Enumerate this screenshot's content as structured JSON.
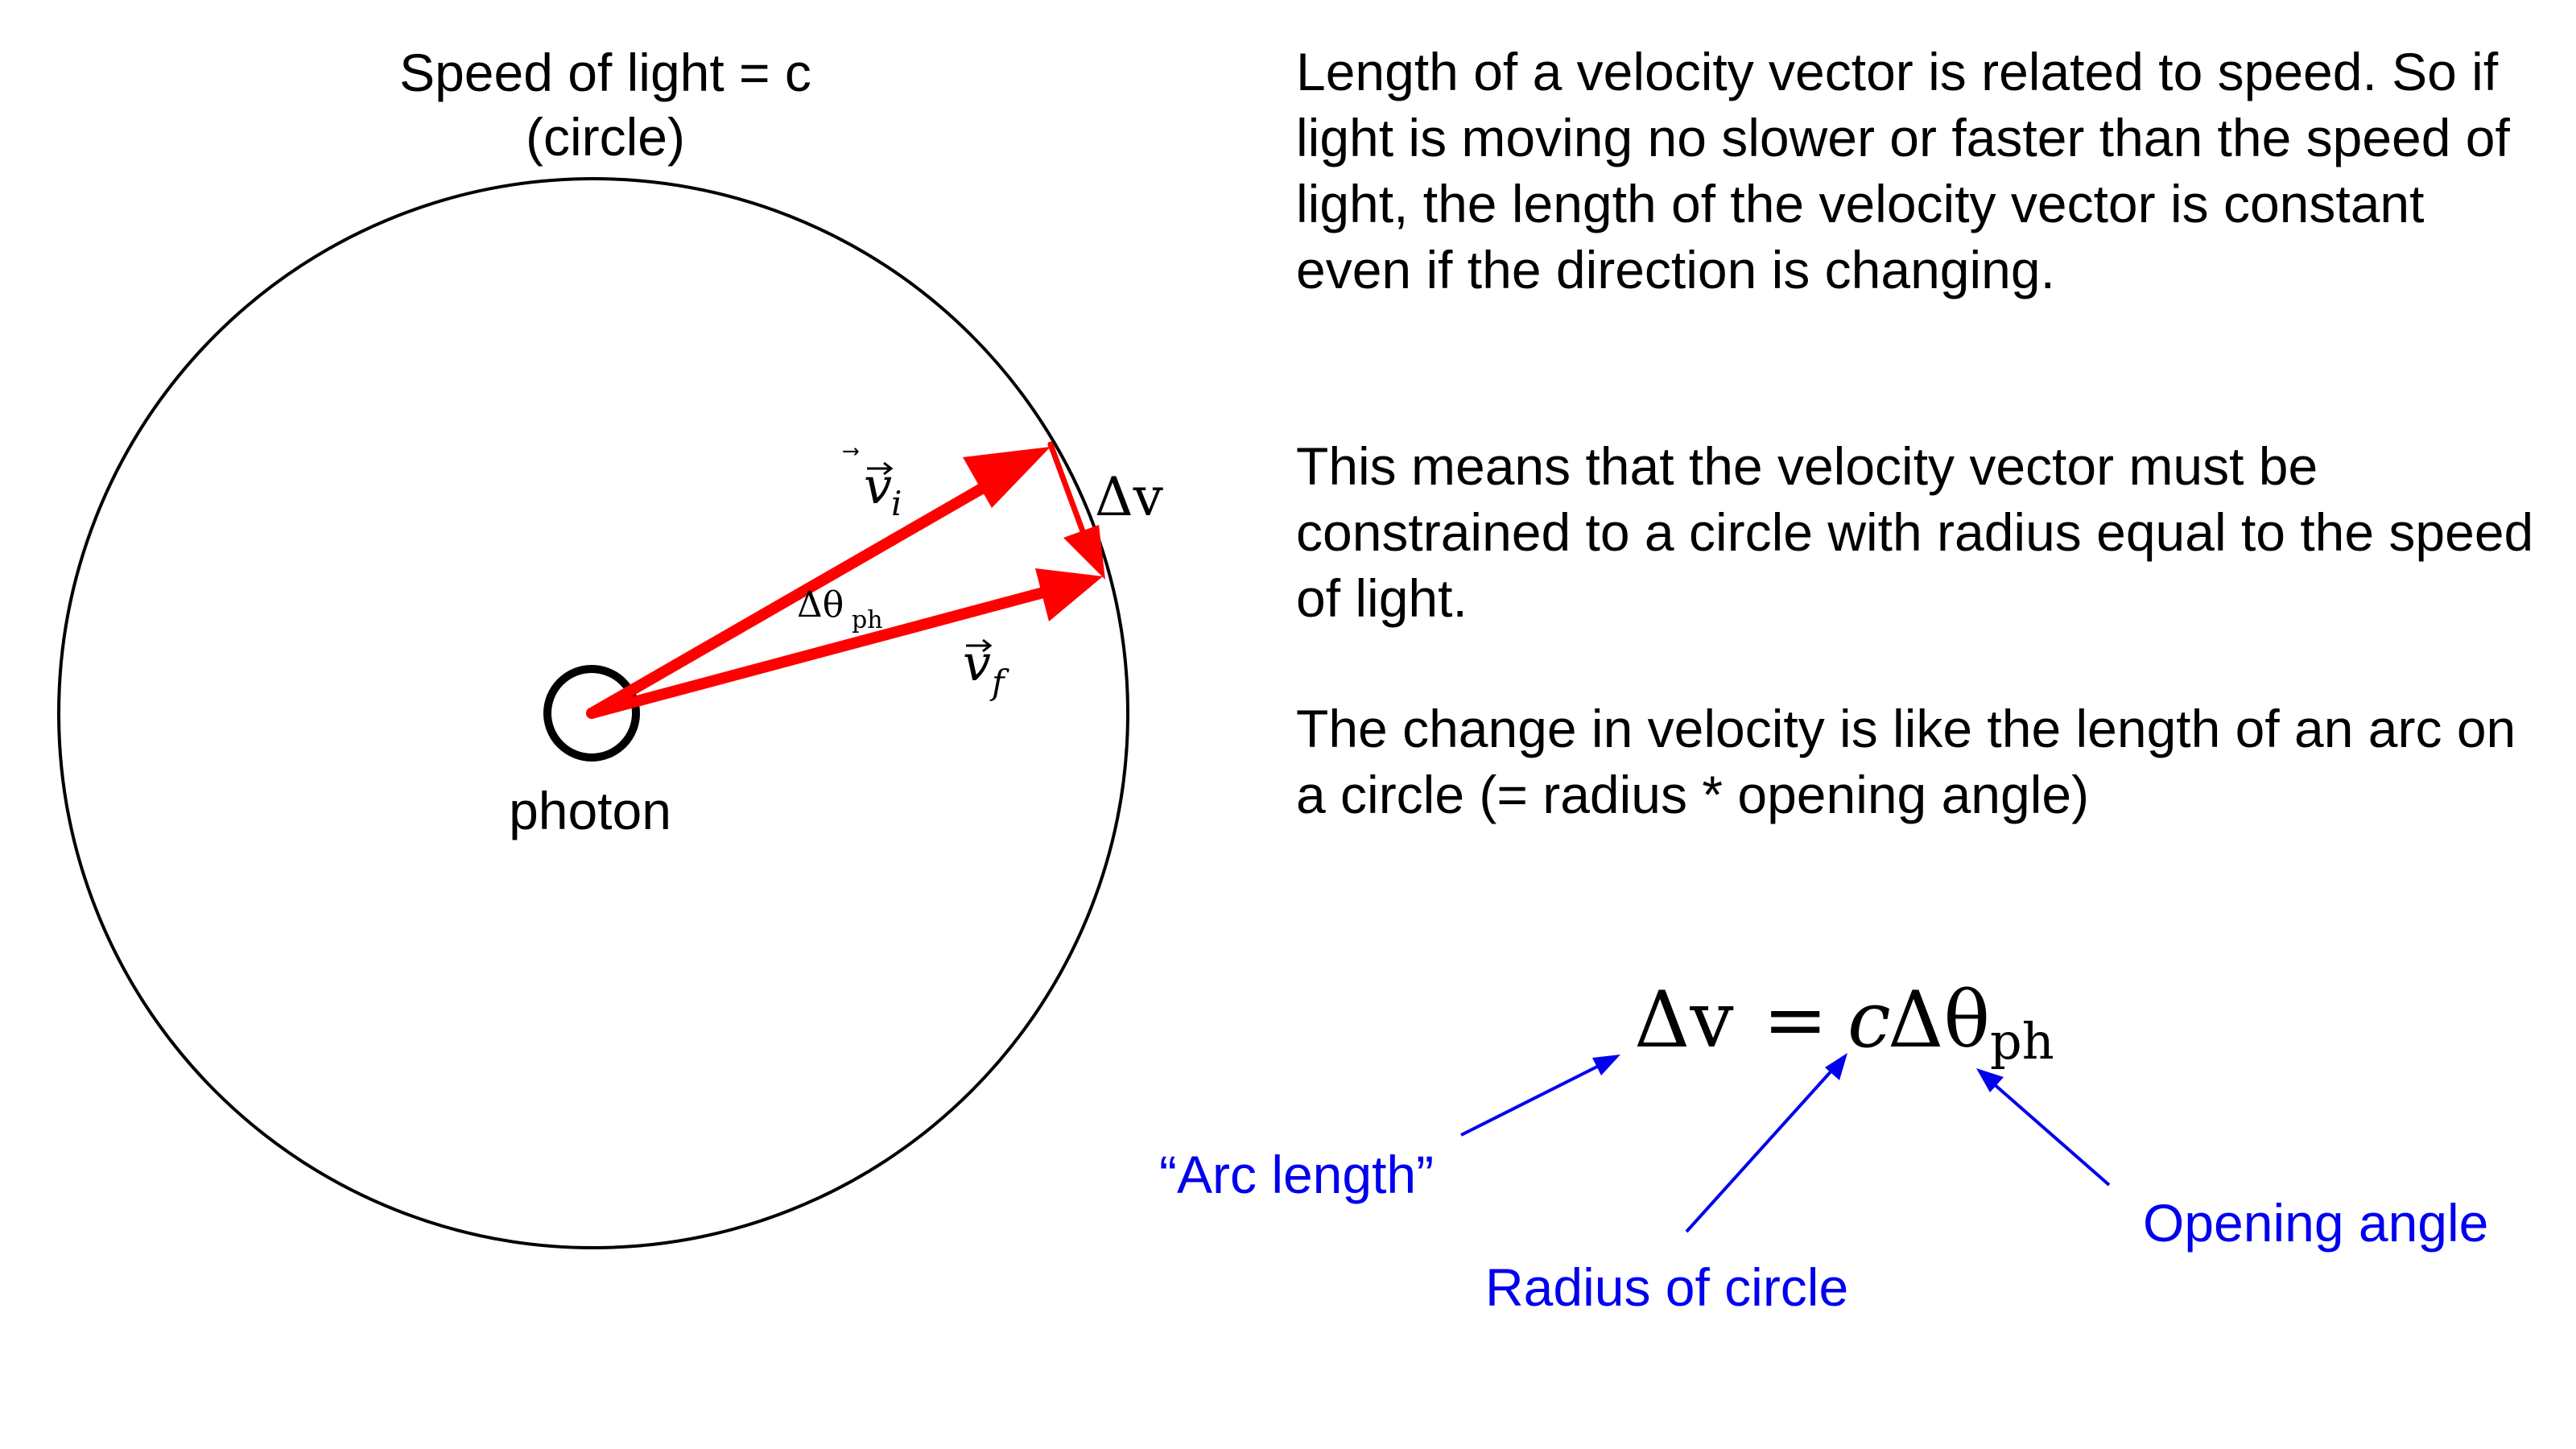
{
  "diagram": {
    "title_line1": "Speed of light = c",
    "title_line2": "(circle)",
    "photon_label": "photon",
    "vi_label": {
      "vec": "v",
      "sub": "i"
    },
    "vf_label": {
      "vec": "v",
      "sub": "f"
    },
    "dtheta_label": {
      "main": "Δθ",
      "sub": "ph"
    },
    "dv_label": "Δv"
  },
  "text": {
    "para1": "Length of a velocity vector is related to speed. So if light is moving no slower or faster than the speed of light, the length of the velocity vector is constant even if the direction is changing.",
    "para2": "This means that the velocity vector must be constrained to a circle with radius equal to the speed of light.",
    "para3": "The change in velocity is like the length of an arc on a circle (= radius * opening angle)"
  },
  "equation": {
    "dv": "Δv",
    "equals": "=",
    "c": "c",
    "dtheta": "Δθ",
    "sub": "ph"
  },
  "annotations": {
    "arc_length": "“Arc length”",
    "radius": "Radius of circle",
    "opening_angle": "Opening angle"
  },
  "colors": {
    "vector": "#ff0000",
    "annotation": "#0000ee",
    "outline": "#000000"
  }
}
